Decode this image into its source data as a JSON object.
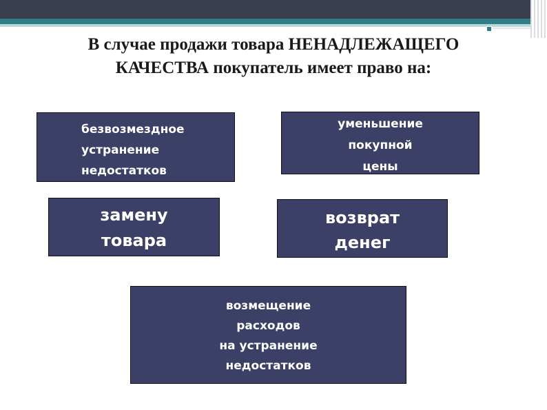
{
  "slide": {
    "title_lines": [
      "В случае продажи товара НЕНАДЛЕЖАЩЕГО",
      "КАЧЕСТВА покупатель имеет право на:"
    ],
    "options": [
      {
        "lines": [
          "безвозмездное",
          "устранение",
          "недостатков"
        ]
      },
      {
        "lines": [
          "уменьшение",
          "покупной",
          "цены"
        ]
      },
      {
        "lines": [
          "замену",
          "товара"
        ]
      },
      {
        "lines": [
          "возврат",
          "денег"
        ]
      },
      {
        "lines": [
          "возмещение",
          "расходов",
          "на устранение",
          "недостатков"
        ]
      }
    ]
  },
  "colors": {
    "box_fill": "#3c3f66",
    "top_bar": "#3a3f4f",
    "accent": "#2f7f86"
  }
}
